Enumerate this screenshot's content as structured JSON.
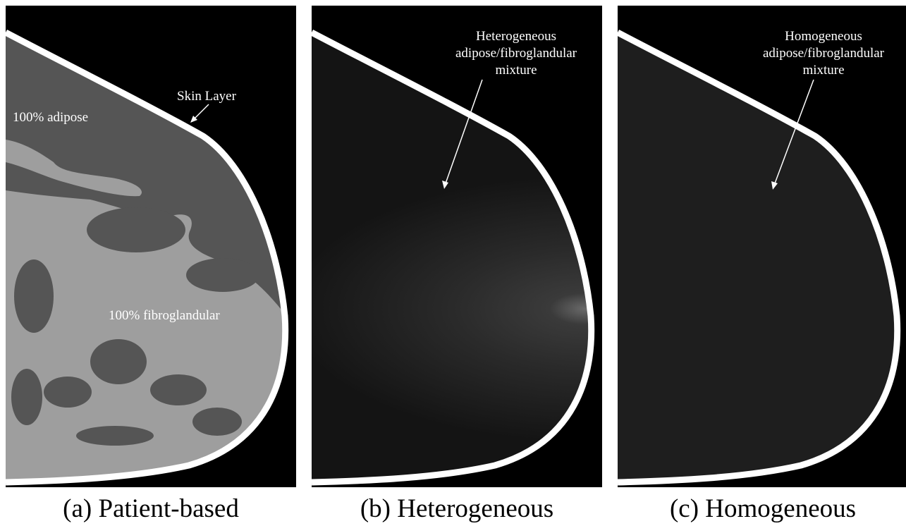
{
  "panels": [
    {
      "id": "a",
      "caption": "(a) Patient-based",
      "labels": {
        "adipose": "100% adipose",
        "skin": "Skin Layer",
        "fibroglandular": "100% fibroglandular"
      }
    },
    {
      "id": "b",
      "caption": "(b) Heterogeneous",
      "label_lines": [
        "Heterogeneous",
        "adipose/fibroglandular",
        "mixture"
      ]
    },
    {
      "id": "c",
      "caption": "(c) Homogeneous",
      "label_lines": [
        "Homogeneous",
        "adipose/fibroglandular",
        "mixture"
      ]
    }
  ],
  "colors": {
    "background": "#000000",
    "skin": "#ffffff",
    "adipose": "#555555",
    "fibroglandular": "#9e9e9e",
    "mixture": "#1e1e1e",
    "text_on_image": "#ffffff",
    "caption_text": "#000000"
  }
}
